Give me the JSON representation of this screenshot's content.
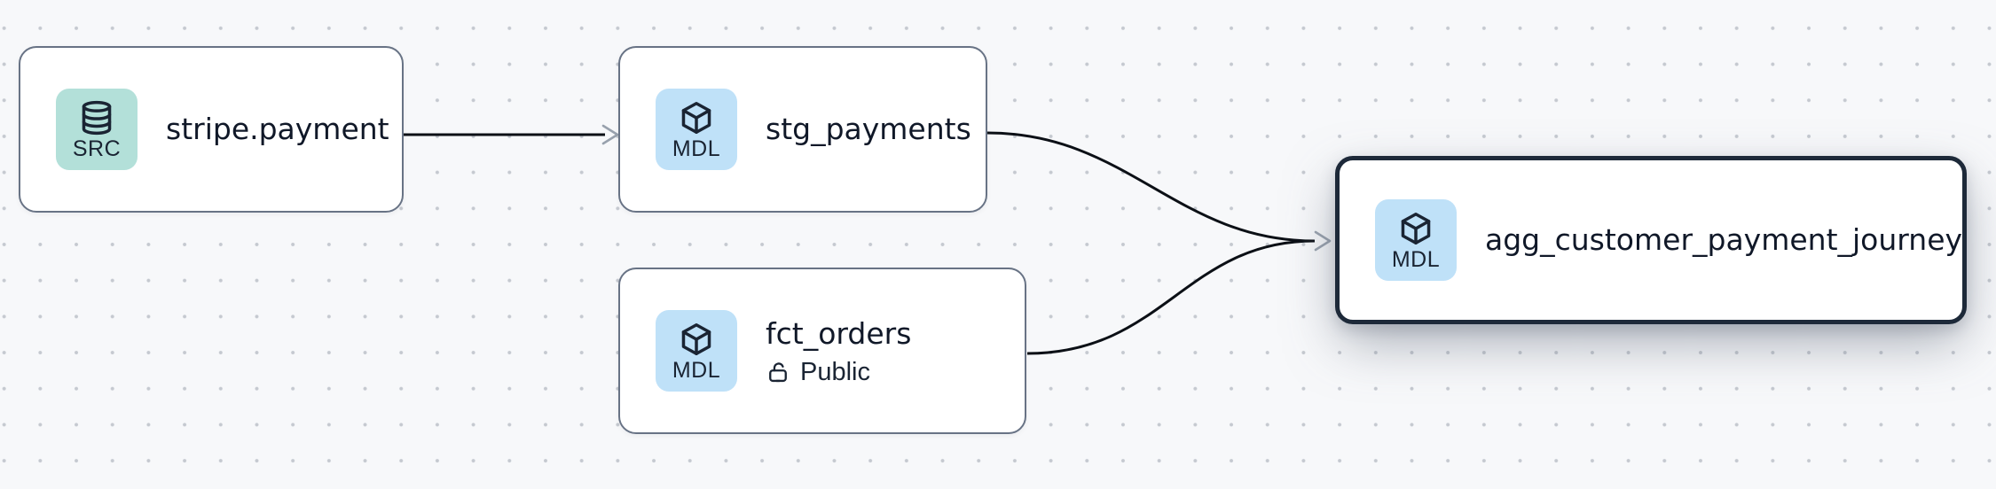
{
  "diagram": {
    "type": "data-lineage-graph",
    "background_color": "#f7f8fa",
    "colors": {
      "edge": "#0c1016",
      "arrowhead": "#98a1ad",
      "node_border": "#687385",
      "selected_node_border": "#1d2939",
      "title_text": "#101828",
      "badge_text": "#1a2433",
      "source_badge_bg": "#b3e0d9",
      "model_badge_bg": "#bfe1f8"
    },
    "nodes": [
      {
        "id": "stripe.payment",
        "title": "stripe.payment",
        "badge_label": "SRC",
        "badge_icon": "database-icon",
        "type": "source",
        "selected": false
      },
      {
        "id": "stg_payments",
        "title": "stg_payments",
        "badge_label": "MDL",
        "badge_icon": "cube-icon",
        "type": "model",
        "selected": false
      },
      {
        "id": "fct_orders",
        "title": "fct_orders",
        "badge_label": "MDL",
        "badge_icon": "cube-icon",
        "type": "model",
        "access_label": "Public",
        "access_icon": "lock-open-icon",
        "selected": false
      },
      {
        "id": "agg_customer_payment_journey",
        "title": "agg_customer_payment_journey",
        "badge_label": "MDL",
        "badge_icon": "cube-icon",
        "type": "model",
        "selected": true
      }
    ],
    "edges": [
      {
        "from": "stripe.payment",
        "to": "stg_payments"
      },
      {
        "from": "stg_payments",
        "to": "agg_customer_payment_journey"
      },
      {
        "from": "fct_orders",
        "to": "agg_customer_payment_journey"
      }
    ]
  }
}
